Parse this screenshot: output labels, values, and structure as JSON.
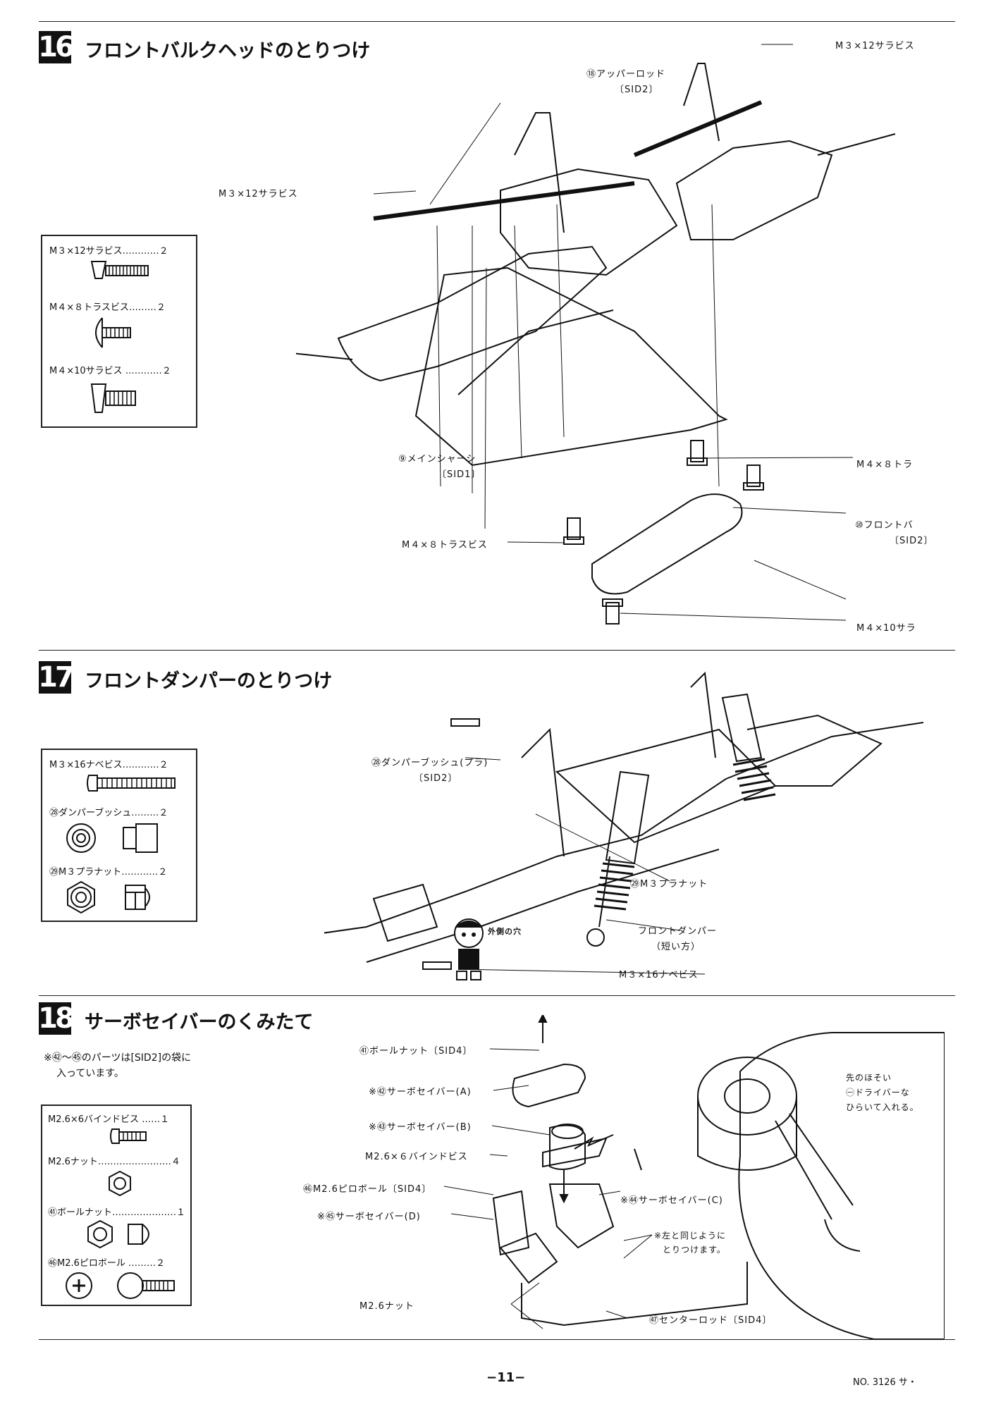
{
  "steps": [
    {
      "number": "16",
      "title": "フロントバルクヘッドのとりつけ"
    },
    {
      "number": "17",
      "title": "フロントダンパーのとりつけ"
    },
    {
      "number": "18",
      "title": "サーボセイバーのくみたて"
    }
  ],
  "step16": {
    "parts": [
      {
        "label": "M３×12サラビス…………２"
      },
      {
        "label": "M４×８トラスビス………２"
      },
      {
        "label": "M４×10サラビス …………２"
      }
    ],
    "callouts": [
      "M３×12サラビス",
      "⑱アッパーロッド",
      "〔SID2〕",
      "M３×12サラビス",
      "⑨メインシャーシ",
      "〔SID1〕",
      "M４×８トラ",
      "M４×８トラスビス",
      "⑩フロントバ",
      "〔SID2〕",
      "M４×10サラ"
    ]
  },
  "step17": {
    "parts": [
      {
        "label": "M３×16ナベビス…………２"
      },
      {
        "label": "㉘ダンパーブッシュ………２"
      },
      {
        "label": "㉙M３プラナット…………２"
      }
    ],
    "callouts": [
      "㉘ダンパーブッシュ(プラ)",
      "〔SID2〕",
      "㉙M３プラナット",
      "フロントダンパー",
      "（短い方）",
      "M３×16ナベビス",
      "外側の穴"
    ]
  },
  "step18": {
    "note": [
      "※㊷～㊺のパーツは[SID2]の袋に",
      "入っています。"
    ],
    "parts": [
      {
        "label": "M2.6×6バインドビス ……１"
      },
      {
        "label": "M2.6ナット……………………４"
      },
      {
        "label": "㊶ボールナット…………………１"
      },
      {
        "label": "㊻M2.6ピロボール ………２"
      }
    ],
    "callouts": [
      "㊶ボールナット〔SID4〕",
      "※㊷サーボセイバー(A)",
      "※㊸サーボセイバー(B)",
      "M2.6×６バインドビス",
      "㊻M2.6ピロボール〔SID4〕",
      "※㊺サーボセイバー(D)",
      "※㊹サーボセイバー(C)",
      "※左と同じように",
      "とりつけます。",
      "M2.6ナット",
      "㊼センターロッド〔SID4〕",
      "先のほそい",
      "㊀ドライバーな",
      "ひらいて入れる。"
    ]
  },
  "footer": {
    "page": "−11−",
    "doc": "NO. 3126 サ・"
  }
}
